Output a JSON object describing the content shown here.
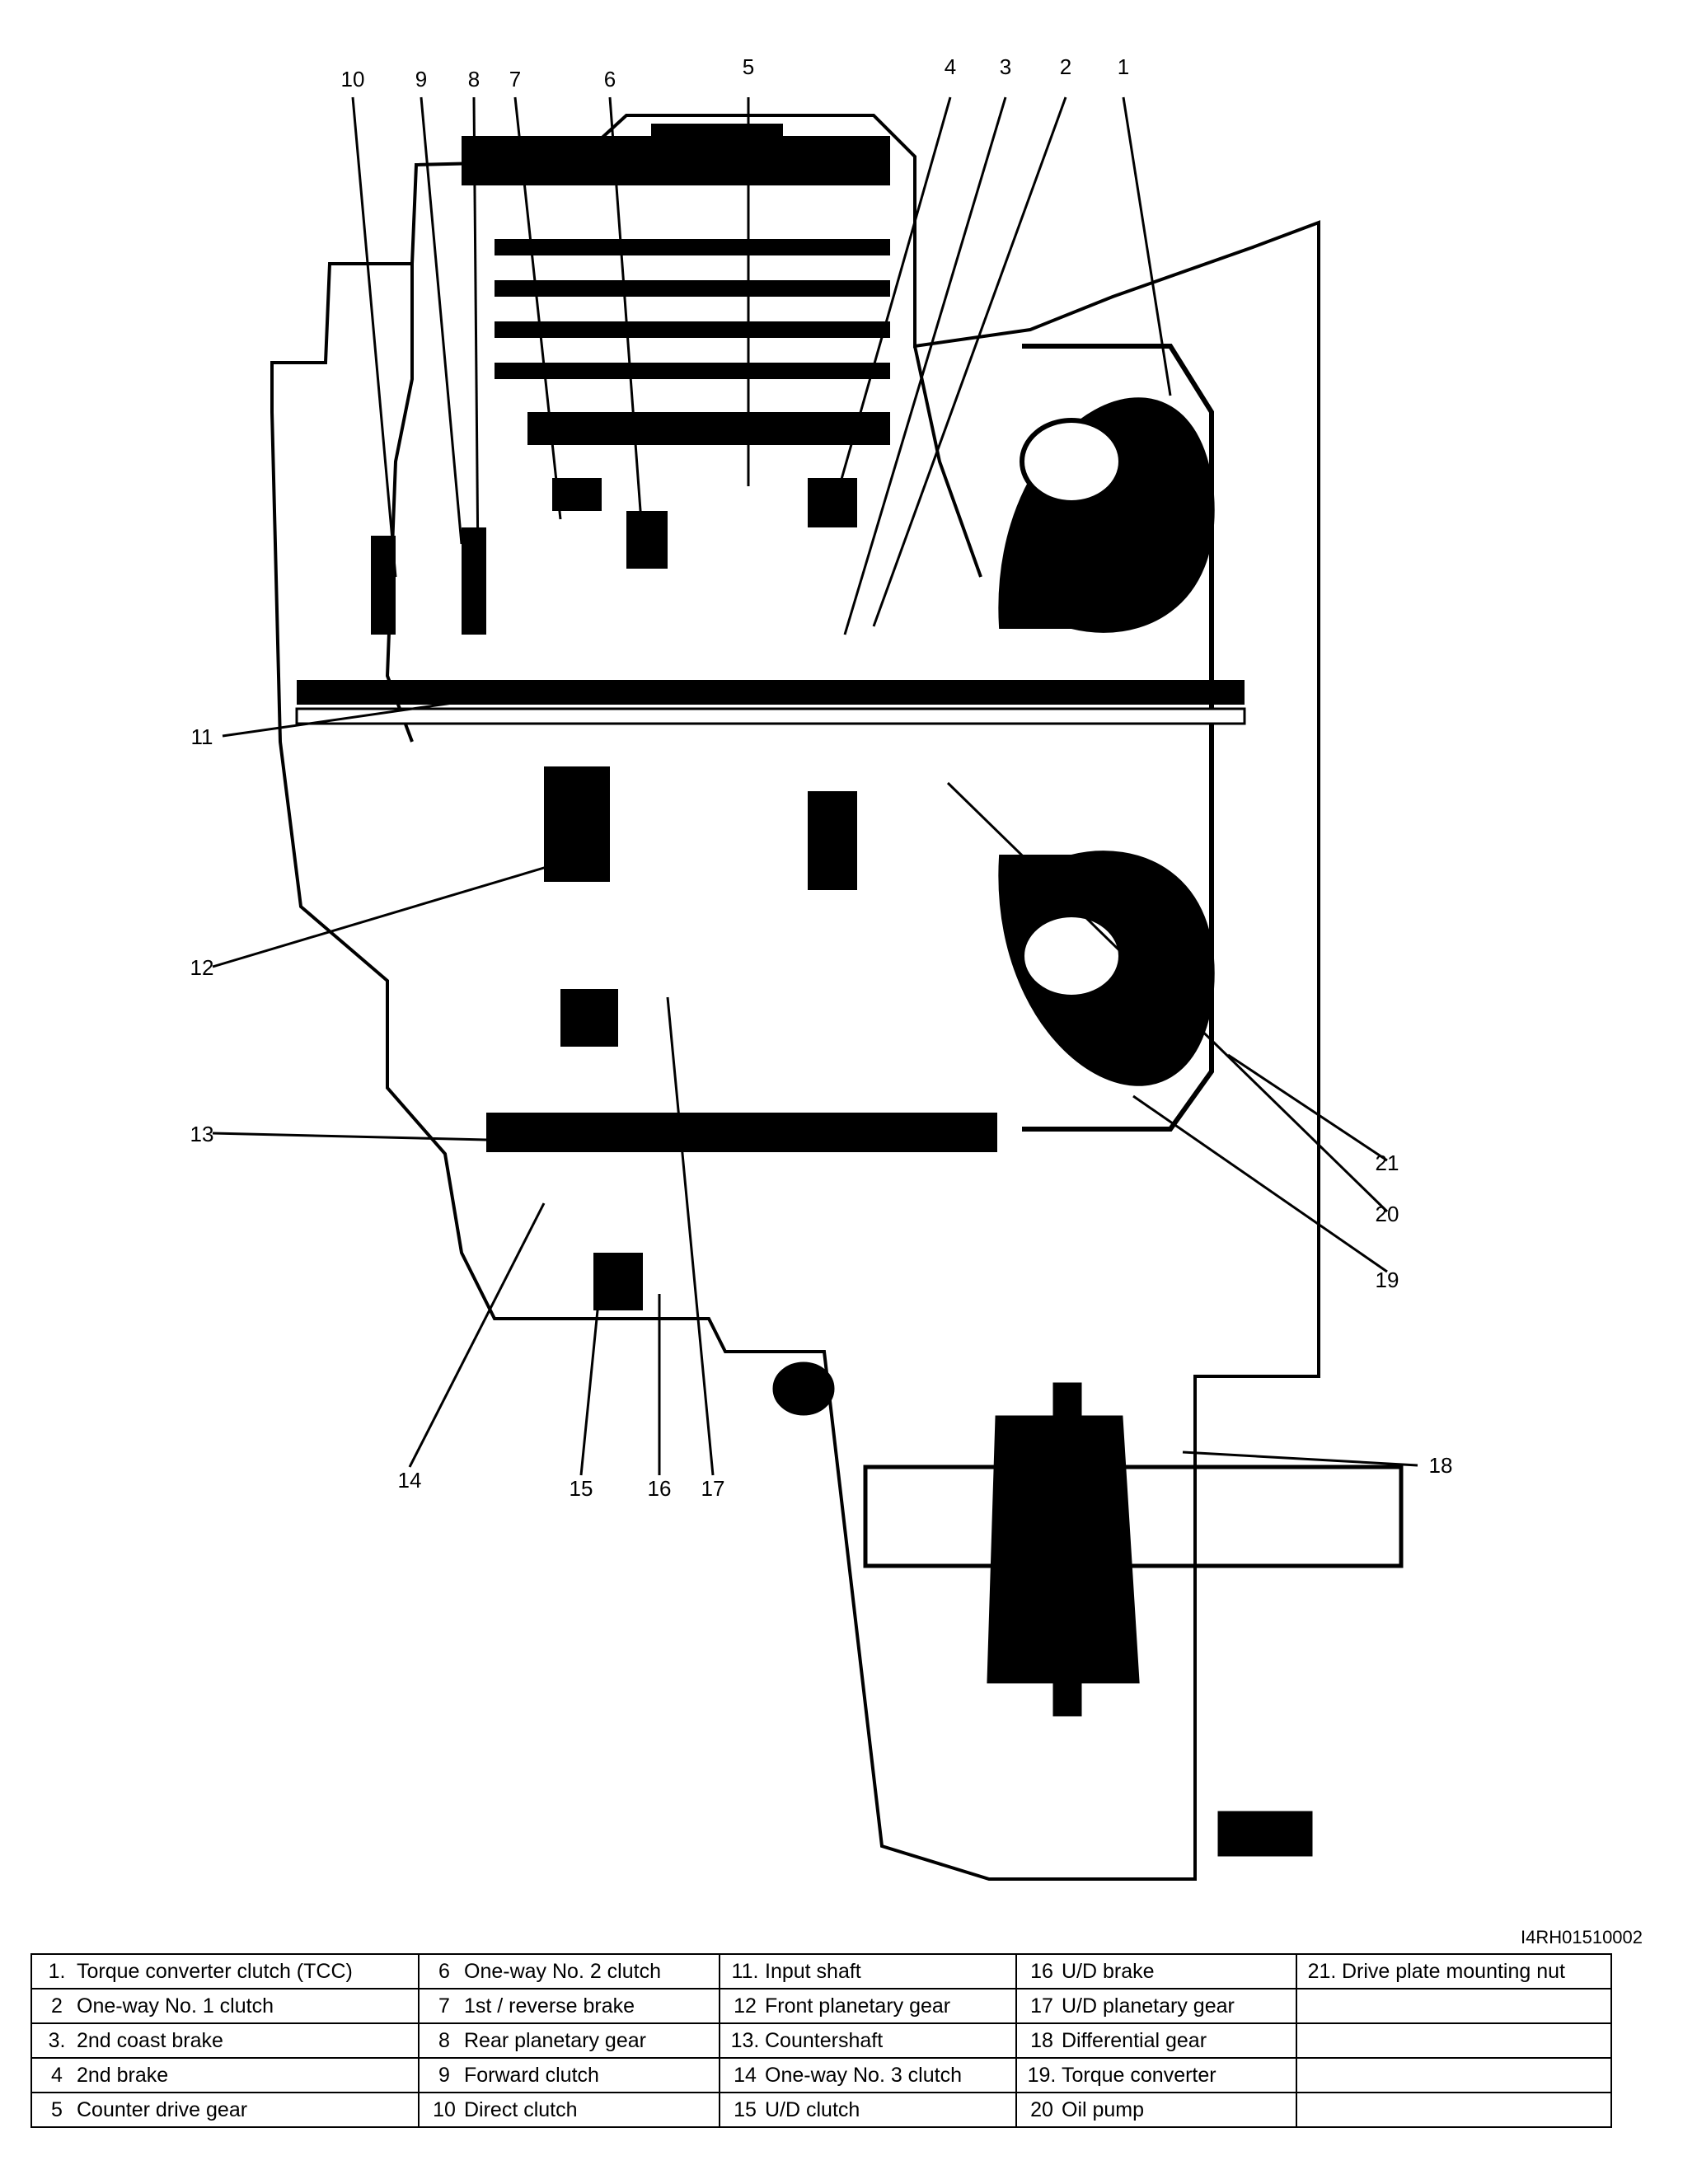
{
  "figure_id": "I4RH01510002",
  "callouts": [
    "1",
    "2",
    "3",
    "4",
    "5",
    "6",
    "7",
    "8",
    "9",
    "10",
    "11",
    "12",
    "13",
    "14",
    "15",
    "16",
    "17",
    "18",
    "19",
    "20",
    "21"
  ],
  "legend": {
    "rows": [
      [
        {
          "num": "1.",
          "label": "Torque converter clutch (TCC)"
        },
        {
          "num": "6",
          "label": "One-way No. 2 clutch"
        },
        {
          "num": "11.",
          "label": "Input shaft"
        },
        {
          "num": "16",
          "label": "U/D brake"
        },
        {
          "num": "21.",
          "label": "Drive plate mounting nut"
        }
      ],
      [
        {
          "num": "2",
          "label": "One-way No. 1 clutch"
        },
        {
          "num": "7",
          "label": "1st / reverse brake"
        },
        {
          "num": "12",
          "label": "Front planetary gear"
        },
        {
          "num": "17",
          "label": "U/D planetary gear"
        },
        {
          "num": "",
          "label": ""
        }
      ],
      [
        {
          "num": "3.",
          "label": "2nd coast brake"
        },
        {
          "num": "8",
          "label": "Rear planetary gear"
        },
        {
          "num": "13.",
          "label": "Countershaft"
        },
        {
          "num": "18",
          "label": "Differential gear"
        },
        {
          "num": "",
          "label": ""
        }
      ],
      [
        {
          "num": "4",
          "label": "2nd brake"
        },
        {
          "num": "9",
          "label": "Forward clutch"
        },
        {
          "num": "14",
          "label": "One-way No. 3 clutch"
        },
        {
          "num": "19.",
          "label": "Torque converter"
        },
        {
          "num": "",
          "label": ""
        }
      ],
      [
        {
          "num": "5",
          "label": "Counter drive gear"
        },
        {
          "num": "10",
          "label": "Direct clutch"
        },
        {
          "num": "15",
          "label": "U/D clutch"
        },
        {
          "num": "20",
          "label": "Oil pump"
        },
        {
          "num": "",
          "label": ""
        }
      ]
    ]
  }
}
